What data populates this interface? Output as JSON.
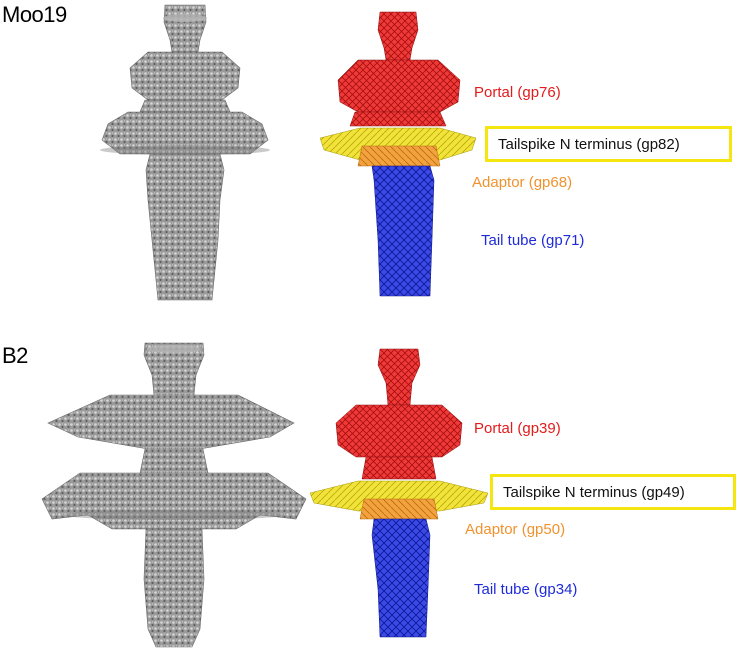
{
  "panels": [
    {
      "label": "Moo19",
      "portal": "Portal (gp76)",
      "tailspike": "Tailspike N terminus (gp82)",
      "adaptor": "Adaptor (gp68)",
      "tube_prefix": "Tail tube",
      "tube_id": "(gp71)"
    },
    {
      "label": "B2",
      "portal": "Portal (gp39)",
      "tailspike": "Tailspike N terminus (gp49)",
      "adaptor": "Adaptor (gp50)",
      "tube_prefix": "Tail tube",
      "tube_id": "(gp34)"
    }
  ],
  "colors": {
    "portal": "#e21b1b",
    "tailspike": "#f5e611",
    "adaptor": "#f0922e",
    "tube": "#1f2bd8",
    "density": "#8c8c8c"
  }
}
